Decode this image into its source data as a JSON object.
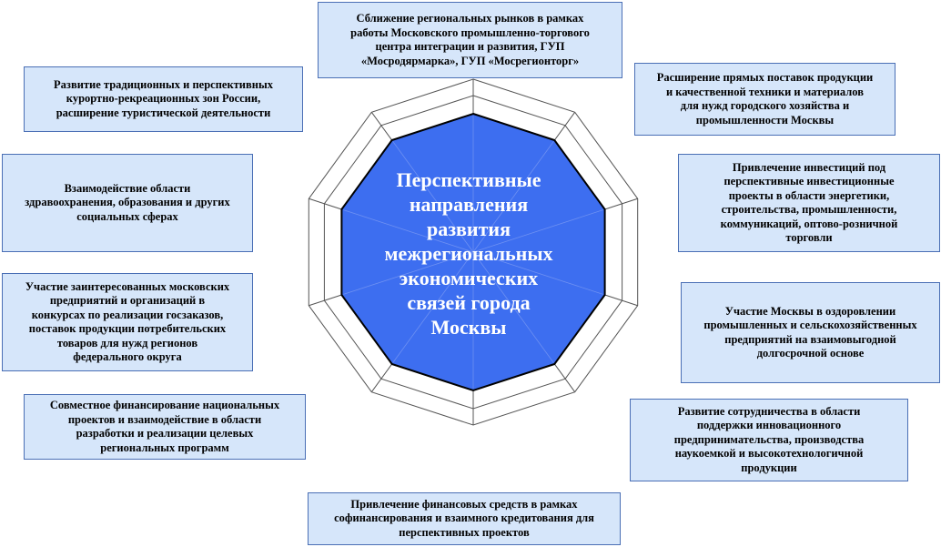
{
  "center": {
    "title": "Перспективные\nнаправления\nразвития\nмежрегиональных\nэкономических\nсвязей города\nМосквы"
  },
  "colors": {
    "center_fill": "#3d6ef0",
    "box_fill": "#d6e6fa",
    "box_border": "#4a6fb5",
    "outline": "#555555"
  },
  "boxes": {
    "top": "Сближение региональных рынков в рамках\nработы Московского промышленно-торгового\nцентра интеграции и развития, ГУП\n«Мосродярмарка», ГУП «Мосрегионторг»",
    "top_left": "Развитие традиционных и перспективных\nкурортно-рекреационных зон России,\nрасширение туристической деятельности",
    "left_health": "Взаимодействие области\nздравоохранения, образования и других\nсоциальных сферах",
    "left_orders": "Участие заинтересованных московских\nпредприятий и организаций в\nконкурсах по реализации госзаказов,\nпоставок продукции потребительских\nтоваров для нужд регионов\nфедерального округа",
    "left_finance": "Совместное финансирование национальных\nпроектов и взаимодействие в области\nразработки и реализации целевых\nрегиональных программ",
    "bottom": "Привлечение финансовых средств в рамках\nсофинансирования и взаимного кредитования для\nперспективных проектов",
    "right_supply": "Расширение прямых поставок продукции\nи качественной техники и материалов\nдля нужд городского хозяйства и\nпромышленности Москвы",
    "right_invest": "Привлечение инвестиций под\nперспективные инвестиционные\nпроекты в области энергетики,\nстроительства, промышленности,\nкоммуникаций, оптово-розничной\nторговли",
    "right_recovery": "Участие Москвы в оздоровлении\nпромышленных и сельскохозяйственных\nпредприятий на взаимовыгодной\nдолгосрочной основе",
    "right_cooperation": "Развитие сотрудничества в области\nподдержки инновационного\nпредпринимательства, производства\nнаукоемкой и высокотехнологичной\nпродукции"
  }
}
